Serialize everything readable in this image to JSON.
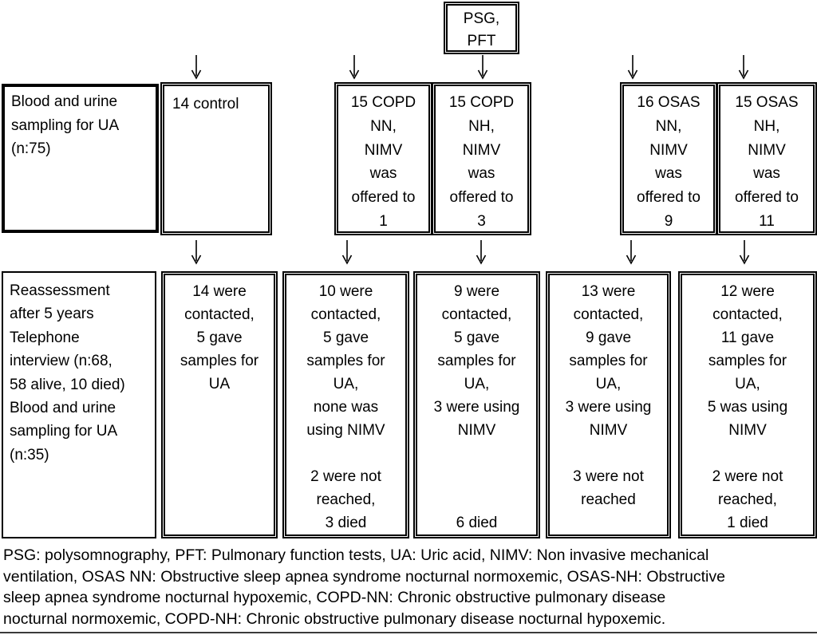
{
  "colors": {
    "ink": "#000000",
    "background": "#ffffff"
  },
  "top_box": {
    "lines": [
      "PSG,",
      "PFT"
    ]
  },
  "row1": {
    "sampling_box": {
      "lines": [
        "Blood and urine",
        "sampling for UA",
        "(n:75)"
      ]
    },
    "control_box": {
      "lines": [
        "14 control"
      ]
    },
    "copd_nn_box": {
      "lines": [
        "15 COPD",
        "NN,",
        "NIMV",
        "was",
        "offered to",
        "1"
      ]
    },
    "copd_nh_box": {
      "lines": [
        "15 COPD",
        "NH,",
        "NIMV",
        "was",
        "offered to",
        "3"
      ]
    },
    "osas_nn_box": {
      "lines": [
        "16 OSAS",
        "NN,",
        "NIMV",
        "was",
        "offered to",
        "9"
      ]
    },
    "osas_nh_box": {
      "lines": [
        "15 OSAS",
        "NH,",
        "NIMV",
        "was",
        "offered to",
        "11"
      ]
    }
  },
  "row2": {
    "reassessment_box": {
      "lines": [
        "Reassessment",
        "after 5 years",
        "Telephone",
        "interview (n:68,",
        "58 alive, 10 died)",
        "Blood and urine",
        "sampling for UA",
        "(n:35)"
      ]
    },
    "control_box": {
      "lines": [
        "14 were",
        "contacted,",
        "5 gave",
        "samples for",
        "UA"
      ]
    },
    "copd_nn_box": {
      "lines": [
        "10 were",
        "contacted,",
        "5 gave",
        "samples for",
        "UA,",
        "none was",
        "using NIMV",
        "",
        "2 were not",
        "reached,",
        "3 died"
      ]
    },
    "copd_nh_box": {
      "lines": [
        "9 were",
        "contacted,",
        "5 gave",
        "samples for",
        "UA,",
        "3 were using",
        "NIMV",
        "",
        "",
        "",
        "6 died"
      ]
    },
    "osas_nn_box": {
      "lines": [
        "13 were",
        "contacted,",
        "9 gave",
        "samples for",
        "UA,",
        "3 were using",
        "NIMV",
        "",
        "3 were not",
        "reached"
      ]
    },
    "osas_nh_box": {
      "lines": [
        "12 were",
        "contacted,",
        "11 gave",
        "samples for",
        "UA,",
        "5 was using",
        "NIMV",
        "",
        "2 were not",
        "reached,",
        "1 died"
      ]
    }
  },
  "legend": {
    "lines": [
      "PSG: polysomnography, PFT: Pulmonary function tests, UA: Uric acid, NIMV: Non invasive mechanical",
      "ventilation, OSAS NN: Obstructive sleep apnea syndrome nocturnal normoxemic, OSAS-NH: Obstructive",
      "sleep apnea syndrome nocturnal hypoxemic, COPD-NN: Chronic obstructive pulmonary disease",
      "nocturnal normoxemic, COPD-NH: Chronic obstructive pulmonary disease nocturnal hypoxemic."
    ]
  }
}
